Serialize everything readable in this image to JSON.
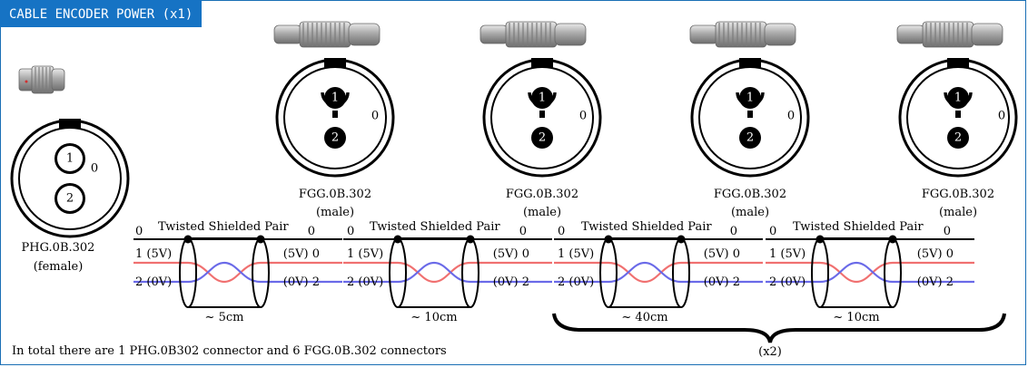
{
  "title": "CABLE ENCODER POWER (x1)",
  "footer_note": "In total there are 1 PHG.0B302 connector and 6 FGG.0B.302 connectors",
  "colors": {
    "frame": "#1a6fb5",
    "title_bg": "#1673c4",
    "wire_5v": "#f07070",
    "wire_0v": "#6a6ae8"
  },
  "female_connector": {
    "pin1": "1",
    "pin2": "2",
    "shield": "0",
    "name": "PHG.0B.302",
    "gender": "(female)"
  },
  "male_connectors": [
    {
      "pin1": "1",
      "pin2": "2",
      "shield": "0",
      "name": "FGG.0B.302",
      "gender": "(male)"
    },
    {
      "pin1": "1",
      "pin2": "2",
      "shield": "0",
      "name": "FGG.0B.302",
      "gender": "(male)"
    },
    {
      "pin1": "1",
      "pin2": "2",
      "shield": "0",
      "name": "FGG.0B.302",
      "gender": "(male)"
    },
    {
      "pin1": "1",
      "pin2": "2",
      "shield": "0",
      "name": "FGG.0B.302",
      "gender": "(male)"
    }
  ],
  "cables": [
    {
      "label": "Twisted Shielded Pair",
      "left_shield": "0",
      "left_v5": "1 (5V)",
      "left_v0": "2 (0V)",
      "right_shield": "0",
      "right_v5": "(5V) 0",
      "right_v0": "(0V) 2",
      "length": "~ 5cm"
    },
    {
      "label": "Twisted Shielded Pair",
      "left_shield": "0",
      "left_v5": "1 (5V)",
      "left_v0": "2 (0V)",
      "right_shield": "0",
      "right_v5": "(5V) 0",
      "right_v0": "(0V) 2",
      "length": "~ 10cm"
    },
    {
      "label": "Twisted Shielded Pair",
      "left_shield": "0",
      "left_v5": "1 (5V)",
      "left_v0": "2 (0V)",
      "right_shield": "0",
      "right_v5": "(5V) 0",
      "right_v0": "(0V) 2",
      "length": "~ 40cm"
    },
    {
      "label": "Twisted Shielded Pair",
      "left_shield": "0",
      "left_v5": "1 (5V)",
      "left_v0": "2 (0V)",
      "right_shield": "0",
      "right_v5": "(5V) 0",
      "right_v0": "(0V) 2",
      "length": "~ 10cm"
    }
  ],
  "brace_label": "(x2)"
}
